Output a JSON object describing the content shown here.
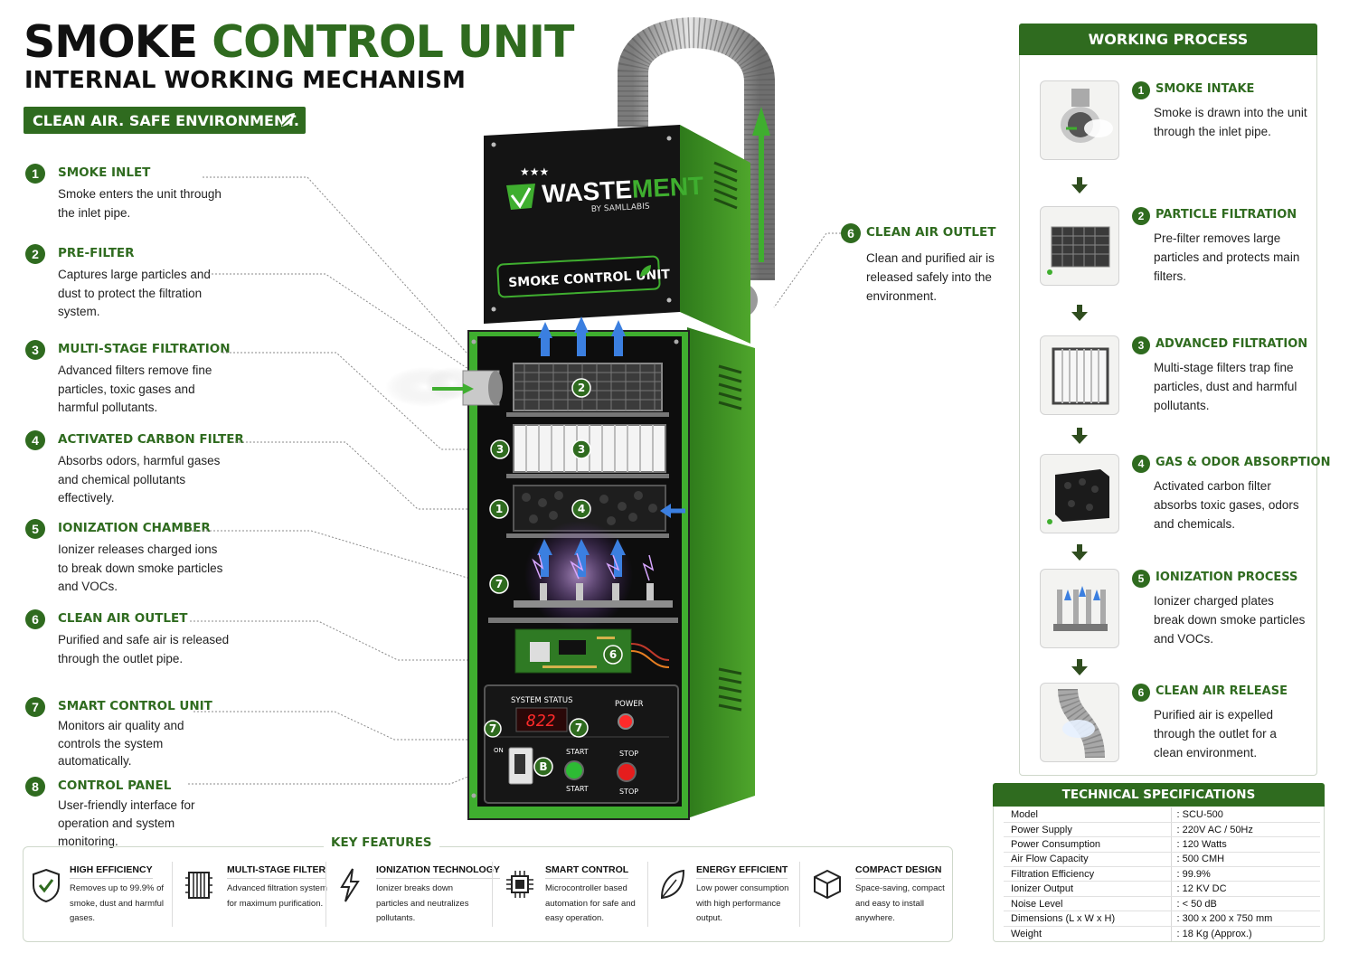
{
  "header": {
    "title_part1": "SMOKE",
    "title_part2": "CONTROL UNIT",
    "subtitle": "INTERNAL WORKING MECHANISM",
    "tagline": "CLEAN AIR. SAFE ENVIRONMENT."
  },
  "colors": {
    "brand_green": "#2f6b1f",
    "machine_green": "#3f8f25",
    "panel_black": "#151515"
  },
  "callouts": [
    {
      "num": "1",
      "title": "SMOKE INLET",
      "text": "Smoke enters the unit through the inlet pipe."
    },
    {
      "num": "2",
      "title": "PRE-FILTER",
      "text": "Captures large particles and dust to protect the filtration system."
    },
    {
      "num": "3",
      "title": "MULTI-STAGE FILTRATION",
      "text": "Advanced filters remove fine particles, toxic gases and harmful pollutants."
    },
    {
      "num": "4",
      "title": "ACTIVATED CARBON FILTER",
      "text": "Absorbs odors, harmful gases and chemical pollutants effectively."
    },
    {
      "num": "5",
      "title": "IONIZATION CHAMBER",
      "text": "Ionizer releases charged ions to break down smoke particles and VOCs."
    },
    {
      "num": "6",
      "title": "CLEAN AIR OUTLET",
      "text": "Purified and safe air is released through the outlet pipe."
    },
    {
      "num": "7",
      "title": "SMART CONTROL UNIT",
      "text": "Monitors air quality and controls the system automatically."
    },
    {
      "num": "8",
      "title": "CONTROL PANEL",
      "text": "User-friendly interface for operation and system monitoring."
    }
  ],
  "outlet_callout": {
    "num": "6",
    "title": "CLEAN AIR OUTLET",
    "text": "Clean and purified air is released safely into the environment."
  },
  "machine": {
    "brand": "WASTEMENT",
    "brand_part1": "WASTE",
    "brand_part2": "MENT",
    "brand_sub": "BY SAMLLABIS",
    "unit_label": "SMOKE CONTROL UNIT",
    "system_status_label": "SYSTEM STATUS",
    "display_value": "822",
    "power_label": "POWER",
    "start_label": "START",
    "stop_label": "STOP",
    "switch_label": "ON",
    "markers": [
      "2",
      "3",
      "3",
      "4",
      "1",
      "7",
      "7",
      "7",
      "B",
      "6"
    ]
  },
  "working_process": {
    "title": "WORKING PROCESS",
    "steps": [
      {
        "num": "1",
        "title": "SMOKE INTAKE",
        "text": "Smoke is drawn into the unit through the inlet pipe.",
        "icon": "smoke-intake-icon"
      },
      {
        "num": "2",
        "title": "PARTICLE FILTRATION",
        "text": "Pre-filter removes large particles and protects main filters.",
        "icon": "mesh-filter-icon"
      },
      {
        "num": "3",
        "title": "ADVANCED FILTRATION",
        "text": "Multi-stage filters trap fine particles, dust and harmful pollutants.",
        "icon": "pleated-filter-icon"
      },
      {
        "num": "4",
        "title": "GAS & ODOR ABSORPTION",
        "text": "Activated carbon filter absorbs toxic gases, odors and chemicals.",
        "icon": "carbon-filter-icon"
      },
      {
        "num": "5",
        "title": "IONIZATION PROCESS",
        "text": "Ionizer charged plates break down smoke particles and VOCs.",
        "icon": "ionizer-icon"
      },
      {
        "num": "6",
        "title": "CLEAN AIR RELEASE",
        "text": "Purified air is expelled through the outlet for a clean environment.",
        "icon": "outlet-pipe-icon"
      }
    ]
  },
  "tech_specs": {
    "title": "TECHNICAL SPECIFICATIONS",
    "rows": [
      {
        "key": "Model",
        "value": ": SCU-500"
      },
      {
        "key": "Power Supply",
        "value": ": 220V AC / 50Hz"
      },
      {
        "key": "Power Consumption",
        "value": ": 120 Watts"
      },
      {
        "key": "Air Flow Capacity",
        "value": ": 500 CMH"
      },
      {
        "key": "Filtration Efficiency",
        "value": ": 99.9%"
      },
      {
        "key": "Ionizer Output",
        "value": ": 12 KV DC"
      },
      {
        "key": "Noise Level",
        "value": ": < 50 dB"
      },
      {
        "key": "Dimensions (L x W x H)",
        "value": ": 300 x 200 x 750 mm"
      },
      {
        "key": "Weight",
        "value": ": 18 Kg (Approx.)"
      }
    ]
  },
  "key_features": {
    "title": "KEY FEATURES",
    "items": [
      {
        "title": "HIGH EFFICIENCY",
        "text": "Removes up to 99.9% of smoke, dust and harmful gases.",
        "icon": "shield-check-icon"
      },
      {
        "title": "MULTI-STAGE FILTER",
        "text": "Advanced filtration system for maximum purification.",
        "icon": "filter-stack-icon"
      },
      {
        "title": "IONIZATION TECHNOLOGY",
        "text": "Ionizer breaks down particles and neutralizes pollutants.",
        "icon": "lightning-icon"
      },
      {
        "title": "SMART CONTROL",
        "text": "Microcontroller based automation for safe and easy operation.",
        "icon": "chip-icon"
      },
      {
        "title": "ENERGY EFFICIENT",
        "text": "Low power consumption with high performance output.",
        "icon": "leaf-icon"
      },
      {
        "title": "COMPACT DESIGN",
        "text": "Space-saving, compact and easy to install anywhere.",
        "icon": "cube-icon"
      }
    ]
  }
}
